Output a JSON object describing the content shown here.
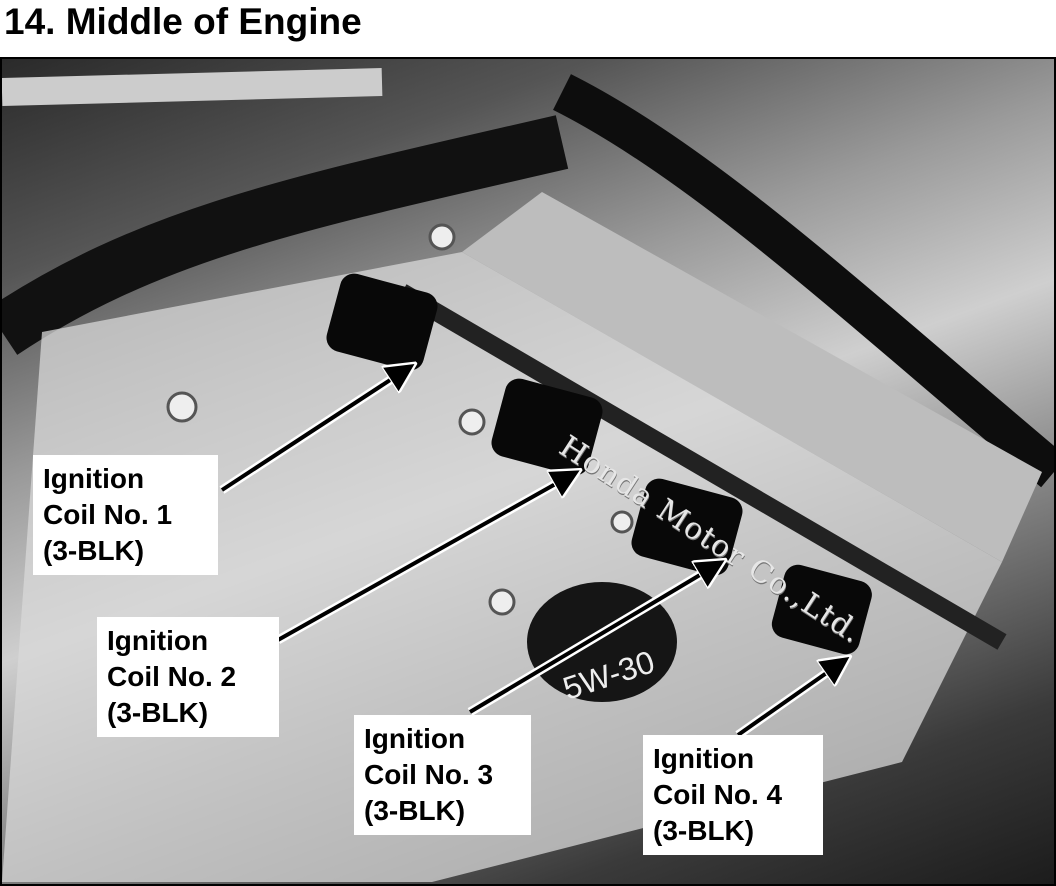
{
  "title": "14. Middle of Engine",
  "photo": {
    "emboss_text": "Honda Motor Co.,Ltd.",
    "oil_cap_text": "5W-30"
  },
  "callouts": [
    {
      "line1": "Ignition",
      "line2": "Coil No. 1",
      "line3": "(3-BLK)"
    },
    {
      "line1": "Ignition",
      "line2": "Coil No. 2",
      "line3": "(3-BLK)"
    },
    {
      "line1": "Ignition",
      "line2": "Coil No. 3",
      "line3": "(3-BLK)"
    },
    {
      "line1": "Ignition",
      "line2": "Coil No. 4",
      "line3": "(3-BLK)"
    }
  ]
}
